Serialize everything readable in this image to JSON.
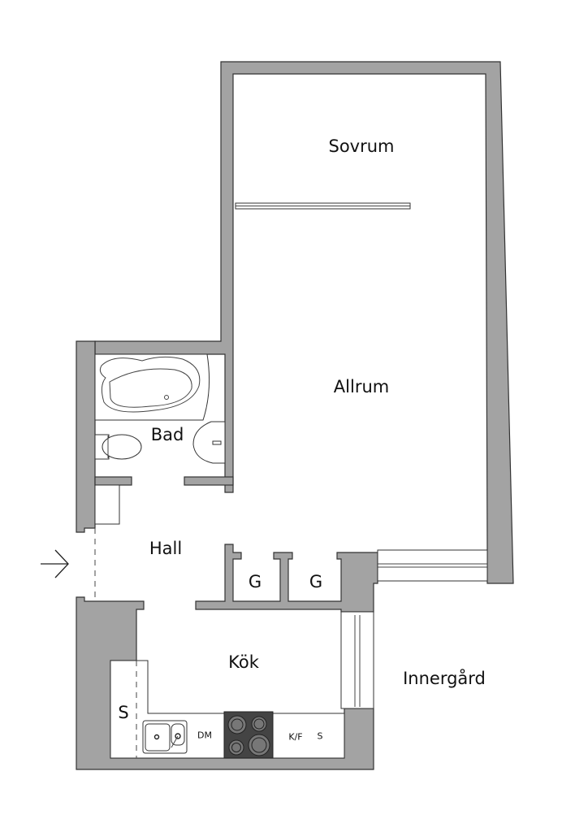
{
  "rooms": {
    "sovrum": "Sovrum",
    "allrum": "Allrum",
    "bad": "Bad",
    "hall": "Hall",
    "closet_1": "G",
    "closet_2": "G",
    "kok": "Kök",
    "innergard": "Innergård"
  },
  "fixtures": {
    "storage": "S",
    "dishwasher": "DM",
    "fridge_freezer": "K/F",
    "cabinet": "S"
  },
  "colors": {
    "wall": "#a3a3a3",
    "stove": "#444444"
  }
}
